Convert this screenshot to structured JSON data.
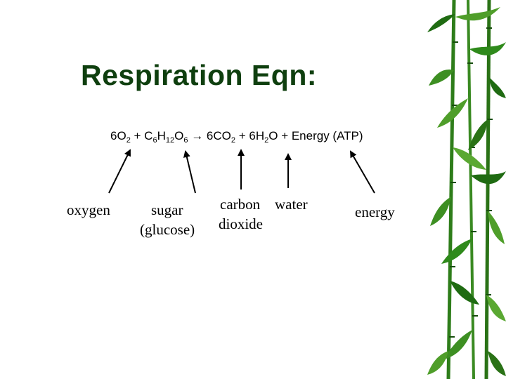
{
  "title": "Respiration Eqn:",
  "equation": {
    "t1": "6O",
    "s1": "2",
    "t2": " + C",
    "s2": "6",
    "t3": "H",
    "s3": "12",
    "t4": "O",
    "s4": "6",
    "t5": " → 6CO",
    "s5": "2",
    "t6": " + 6H",
    "s6": "2",
    "t7": "O + Energy (ATP)"
  },
  "labels": {
    "oxygen": "oxygen",
    "sugar": "sugar",
    "glucose": "(glucose)",
    "carbon": "carbon",
    "dioxide": "dioxide",
    "water": "water",
    "energy": "energy"
  },
  "colors": {
    "title": "#0f3f0f",
    "bamboo_dark": "#1f6b12",
    "bamboo_light": "#4f9e2a"
  }
}
